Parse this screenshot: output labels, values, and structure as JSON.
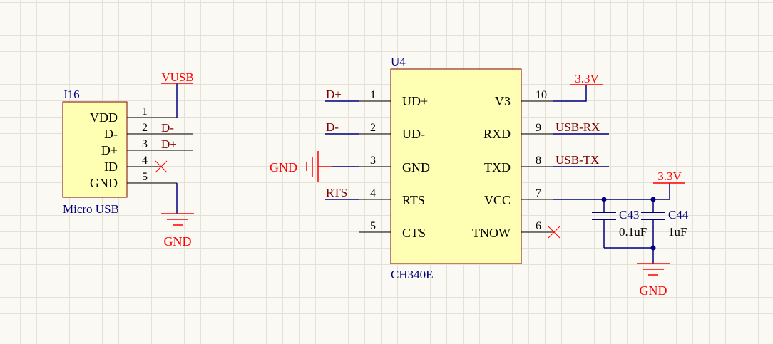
{
  "colors": {
    "wire": "#000080",
    "body_fill": "#ffffb3",
    "body_stroke": "#800000",
    "pin": "#000000",
    "power": "#ff0000",
    "net_label": "#800000",
    "junction": "#000080",
    "noconnect": "#ff0000",
    "text": "#000000",
    "designator": "#000080"
  },
  "j16": {
    "designator": "J16",
    "comment": "Micro USB",
    "pins": [
      {
        "number": "1",
        "name": "VDD"
      },
      {
        "number": "2",
        "name": "D-"
      },
      {
        "number": "3",
        "name": "D+"
      },
      {
        "number": "4",
        "name": "ID"
      },
      {
        "number": "5",
        "name": "GND"
      }
    ],
    "net_dminus": "D-",
    "net_dplus": "D+",
    "power_top": "VUSB",
    "power_gnd": "GND"
  },
  "u4": {
    "designator": "U4",
    "comment": "CH340E",
    "left_pins": [
      {
        "number": "1",
        "name": "UD+",
        "net": "D+"
      },
      {
        "number": "2",
        "name": "UD-",
        "net": "D-"
      },
      {
        "number": "3",
        "name": "GND",
        "net": "GND"
      },
      {
        "number": "4",
        "name": "RTS",
        "net": "RTS"
      },
      {
        "number": "5",
        "name": "CTS",
        "net": ""
      }
    ],
    "right_pins": [
      {
        "number": "10",
        "name": "V3",
        "net": "3.3V"
      },
      {
        "number": "9",
        "name": "RXD",
        "net": "USB-RX"
      },
      {
        "number": "8",
        "name": "TXD",
        "net": "USB-TX"
      },
      {
        "number": "7",
        "name": "VCC",
        "net": "3.3V"
      },
      {
        "number": "6",
        "name": "TNOW",
        "net": ""
      }
    ]
  },
  "caps": [
    {
      "designator": "C43",
      "value": "0.1uF"
    },
    {
      "designator": "C44",
      "value": "1uF"
    }
  ],
  "power_labels": {
    "v3_3_top": "3.3V",
    "v3_3_vcc": "3.3V",
    "gnd_left": "GND",
    "gnd_caps": "GND"
  }
}
